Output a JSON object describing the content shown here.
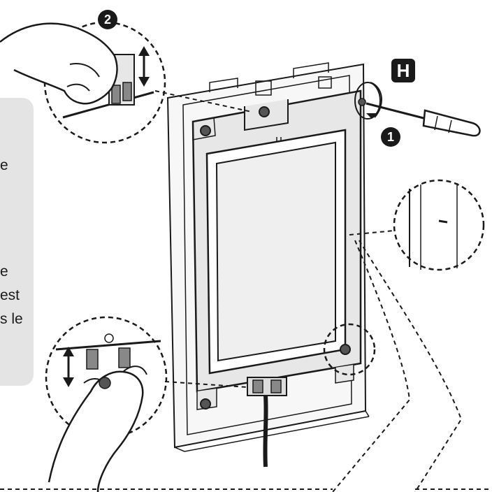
{
  "side_note": {
    "lines": [
      "e",
      "e",
      "est",
      "s le"
    ]
  },
  "markers": {
    "step_1": "1",
    "step_2": "2",
    "part_label": "H"
  },
  "icons": {
    "screwdriver": "screwdriver-icon",
    "hand_top": "hand-icon",
    "hand_bottom": "hand-icon",
    "double_arrow": "double-arrow-icon",
    "rotate_arrow": "rotate-arrow-icon"
  },
  "colors": {
    "line": "#1a1a1a",
    "panel_gray": "#e4e4e4",
    "screen_fill": "#efefef",
    "plate_fill": "#e7e7e7",
    "frame_fill": "#f7f7f7"
  }
}
